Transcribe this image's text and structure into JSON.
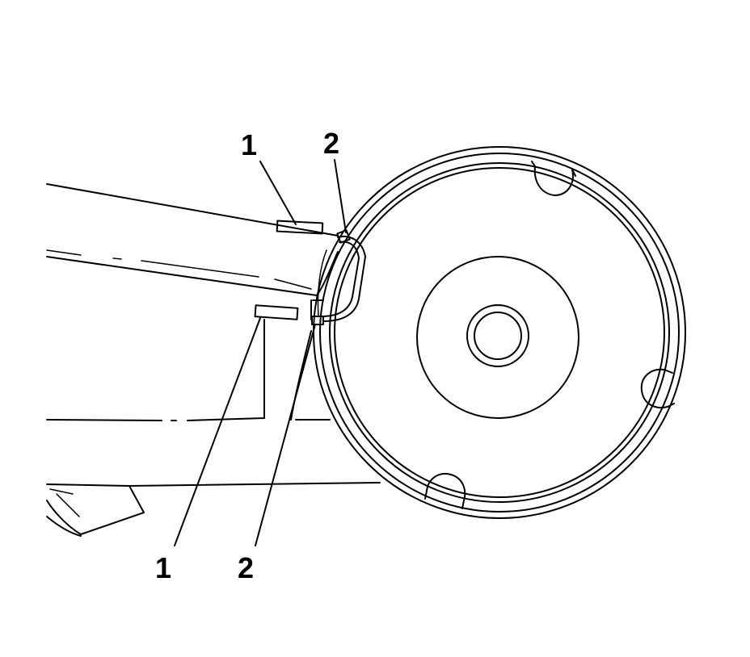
{
  "callouts": {
    "top_left": "1",
    "top_right": "2",
    "bottom_left": "1",
    "bottom_right": "2"
  }
}
